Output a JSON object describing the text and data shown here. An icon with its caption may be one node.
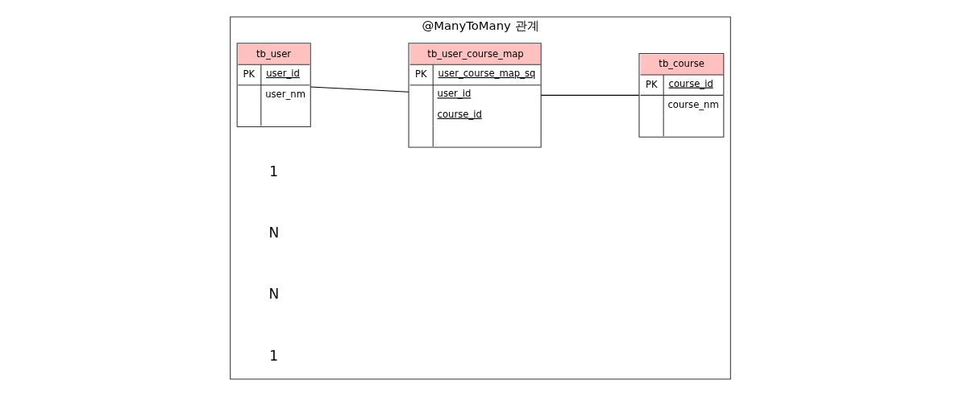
{
  "diagram": {
    "nodes": [
      {
        "text": [
          "@ManyToMany 관계"
        ]
      },
      {
        "text": [
          "tb_user",
          "PK",
          "user_id",
          "user_nm"
        ],
        "in": 0
      },
      {
        "text": [
          "tb_user_course_map",
          "PK",
          "user_course_map_sq",
          "user_id",
          "course_id"
        ],
        "in": 0
      },
      {
        "text": [
          "tb_course",
          "PK",
          "course_id",
          "course_nm"
        ],
        "in": 0
      }
    ],
    "edges": [
      {
        "from": 1,
        "to": 2,
        "arrow": "none"
      },
      {
        "from": 2,
        "to": 3,
        "arrow": "none"
      }
    ],
    "labels": [
      "1",
      "N",
      "N",
      "1"
    ]
  }
}
